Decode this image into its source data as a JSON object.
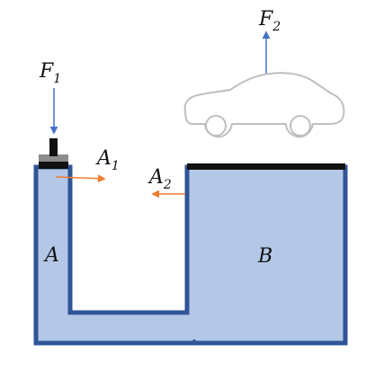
{
  "labels": {
    "f1": "F",
    "f1_sub": "1",
    "f2": "F",
    "f2_sub": "2",
    "a1": "A",
    "a1_sub": "1",
    "a2": "A",
    "a2_sub": "2",
    "small_chamber": "A",
    "large_chamber": "B"
  },
  "colors": {
    "fluid": "#b4c7e7",
    "wall": "#2f5597",
    "lid": "#111111",
    "piston_plate": "#8c8c8c",
    "force_arrow": "#4472c4",
    "area_arrow": "#ed7d31",
    "car_outline": "#bfbfbf"
  },
  "icons": {
    "car": "car-outline-icon",
    "piston": "piston-icon"
  }
}
